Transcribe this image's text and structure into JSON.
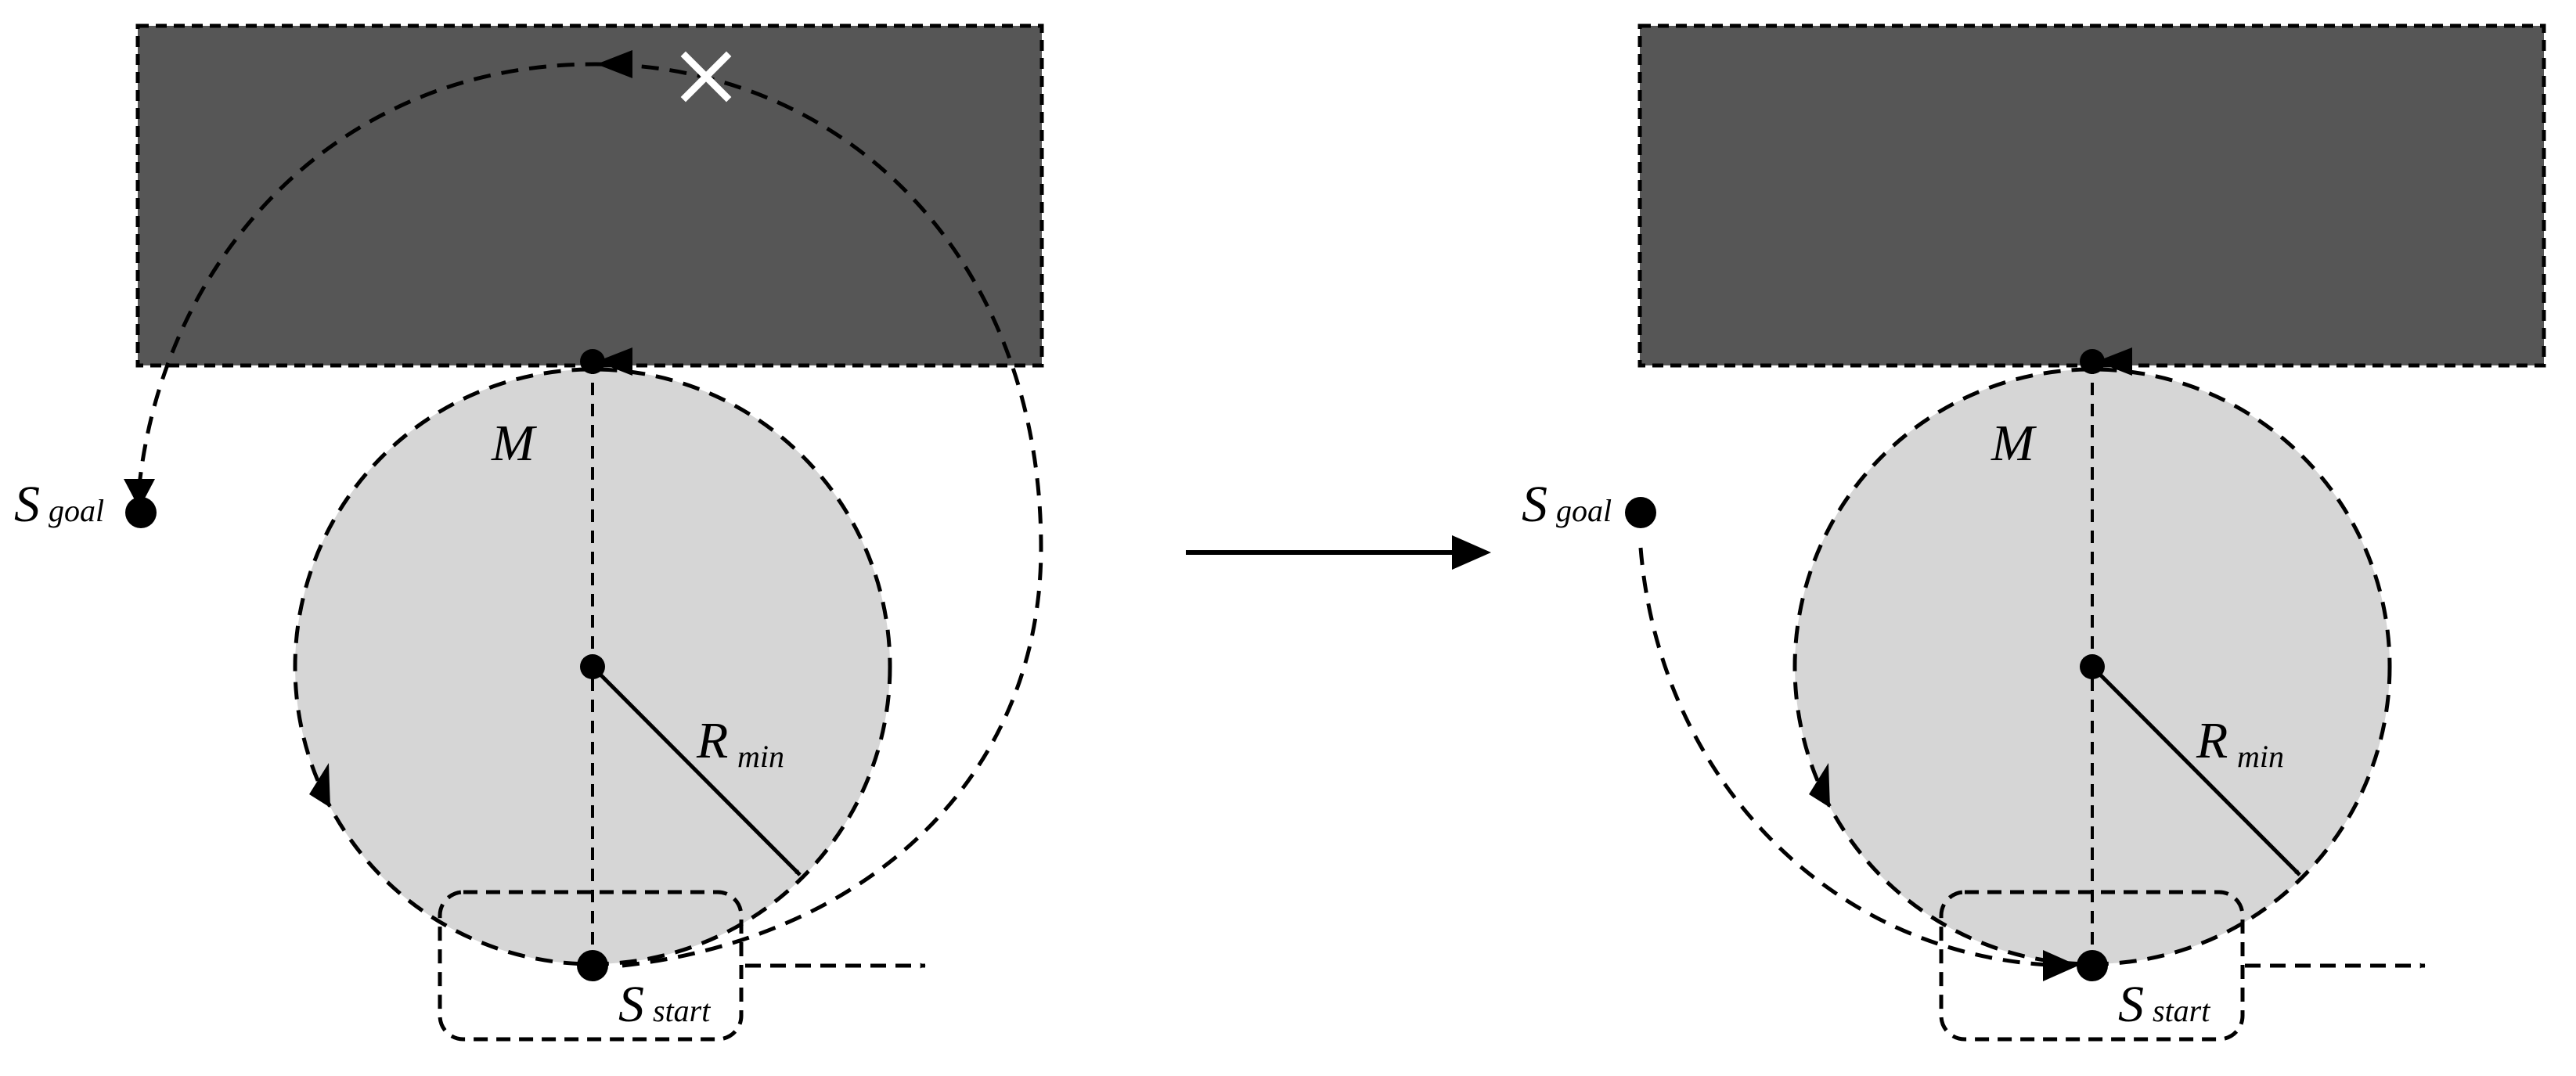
{
  "colors": {
    "obstacle": "#565656",
    "circle_fill": "#d6d6d6",
    "ink": "#000000",
    "cross": "#ffffff"
  },
  "panels": [
    {
      "id": "before",
      "label_m": "M",
      "label_r": "R",
      "label_r_sub": "min",
      "label_goal": "S",
      "label_goal_sub": "goal",
      "label_start": "S",
      "label_start_sub": "start",
      "path_blocked_marker": "cross"
    },
    {
      "id": "after",
      "label_m": "M",
      "label_r": "R",
      "label_r_sub": "min",
      "label_goal": "S",
      "label_goal_sub": "goal",
      "label_start": "S",
      "label_start_sub": "start"
    }
  ],
  "transition_arrow": "right"
}
